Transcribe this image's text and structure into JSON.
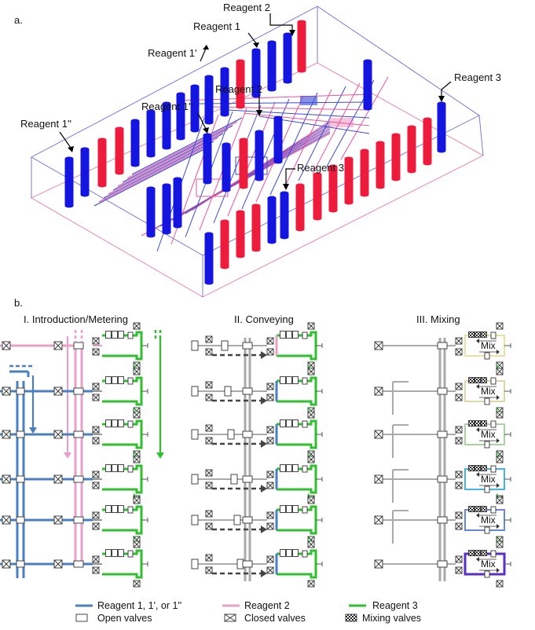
{
  "panel_a_label": "a.",
  "panel_b_label": "b.",
  "reagent_labels": {
    "r2_top": "Reagent 2",
    "r1_top": "Reagent 1",
    "r1_mid": "Reagent 1'",
    "r2_mid": "Reagent 2",
    "r1_dbl": "Reagent 1''",
    "r1_left": "Reagent 1''",
    "r3_right": "Reagent 3",
    "r3_mid": "Reagent 3"
  },
  "sections": {
    "s1": "I. Introduction/Metering",
    "s2": "II. Conveying",
    "s3": "III. Mixing"
  },
  "mix_label": "Mix",
  "legend": {
    "reagent1": "Reagent 1, 1', or 1''",
    "reagent2": "Reagent 2",
    "reagent3": "Reagent 3",
    "open_valves": "Open valves",
    "closed_valves": "Closed valves",
    "mixing_valves": "Mixing valves"
  },
  "colors": {
    "reagent1_blue": "#4a7fc1",
    "reagent2_pink": "#e7a1c8",
    "reagent3_green": "#2fbf2f",
    "pillar_blue": "#1515e0",
    "pillar_red": "#ee1c3c"
  }
}
